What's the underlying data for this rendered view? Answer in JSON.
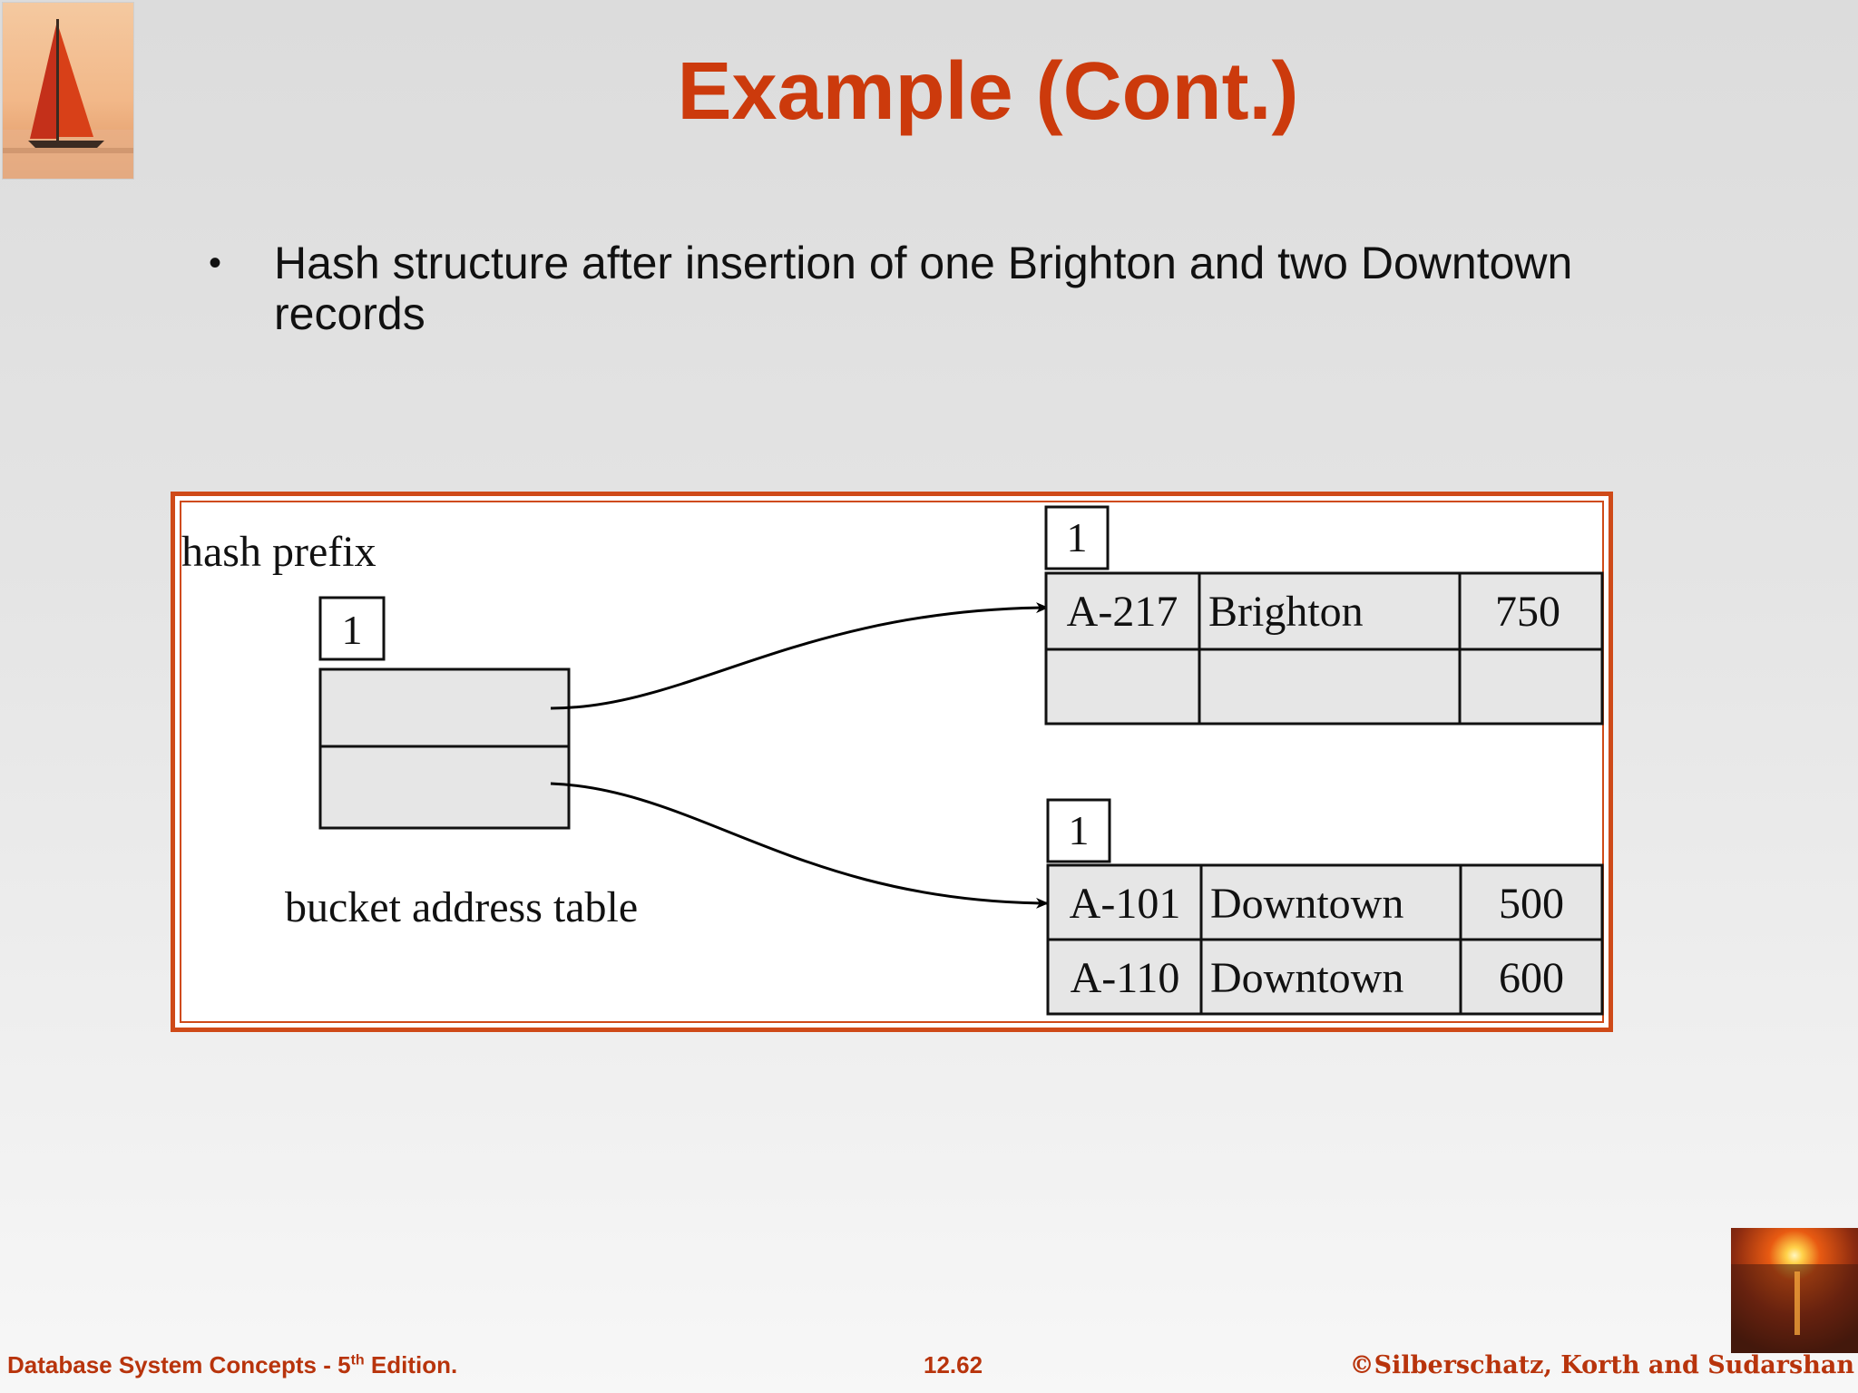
{
  "title": "Example (Cont.)",
  "bullet": {
    "symbol": "•",
    "text": "Hash structure after insertion of one Brighton and two Downtown records"
  },
  "figure": {
    "hash_prefix_label": "hash prefix",
    "hash_prefix_value": "1",
    "bucket_table_label": "bucket address table",
    "buckets": [
      {
        "local_depth": "1",
        "rows": [
          [
            "A-217",
            "Brighton",
            "750"
          ],
          [
            "",
            "",
            ""
          ]
        ]
      },
      {
        "local_depth": "1",
        "rows": [
          [
            "A-101",
            "Downtown",
            "500"
          ],
          [
            "A-110",
            "Downtown",
            "600"
          ]
        ]
      }
    ]
  },
  "footer": {
    "left_prefix": "Database System Concepts - 5",
    "left_sup": "th",
    "left_suffix": " Edition.",
    "page": "12.62",
    "copyright": "©Silberschatz, Korth and Sudarshan"
  },
  "colors": {
    "accent": "#cc3a0c",
    "frame": "#cf4a18",
    "cell_fill": "#e6e6e6"
  }
}
